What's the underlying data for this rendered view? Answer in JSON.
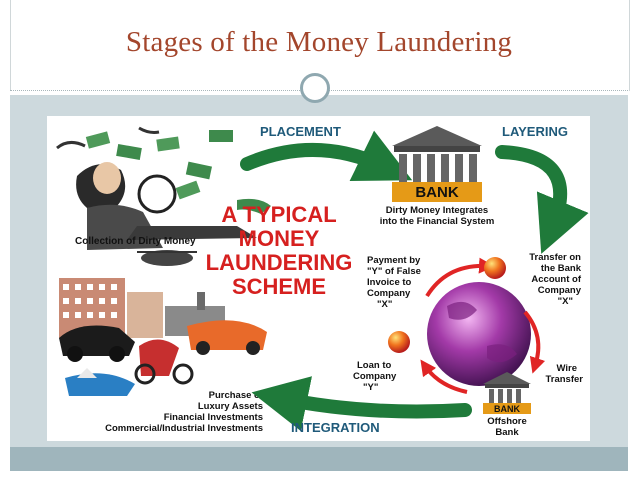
{
  "slide": {
    "title": "Stages of the Money Laundering"
  },
  "diagram": {
    "heading_lines": [
      "A TYPICAL",
      "MONEY",
      "LAUNDERING",
      "SCHEME"
    ],
    "stages": {
      "placement": "PLACEMENT",
      "layering": "LAYERING",
      "integration": "INTEGRATION"
    },
    "bank_sign": "BANK",
    "offshore_bank_sign": "BANK",
    "captions": {
      "collection": "Collection of Dirty Money",
      "dirty_money_lines": [
        "Dirty Money Integrates",
        "into the Financial System"
      ],
      "payment_lines": [
        "Payment by",
        "\"Y\" of False",
        "Invoice to",
        "Company",
        "\"X\""
      ],
      "transfer_lines": [
        "Transfer on",
        "the Bank",
        "Account of",
        "Company",
        "\"X\""
      ],
      "loan_lines": [
        "Loan to",
        "Company",
        "\"Y\""
      ],
      "wire_lines": [
        "Wire",
        "Transfer"
      ],
      "offshore_lines": [
        "Offshore",
        "Bank"
      ],
      "purchase_lines": [
        "Purchase of",
        "Luxury Assets",
        "Financial Investments",
        "Commercial/Industrial Investments"
      ]
    },
    "colors": {
      "title": "#a3462c",
      "heading": "#d6201f",
      "stage_label": "#1f5a7a",
      "flow_arrow": "#1f7a3a",
      "cycle_arrow": "#e02525"
    }
  }
}
